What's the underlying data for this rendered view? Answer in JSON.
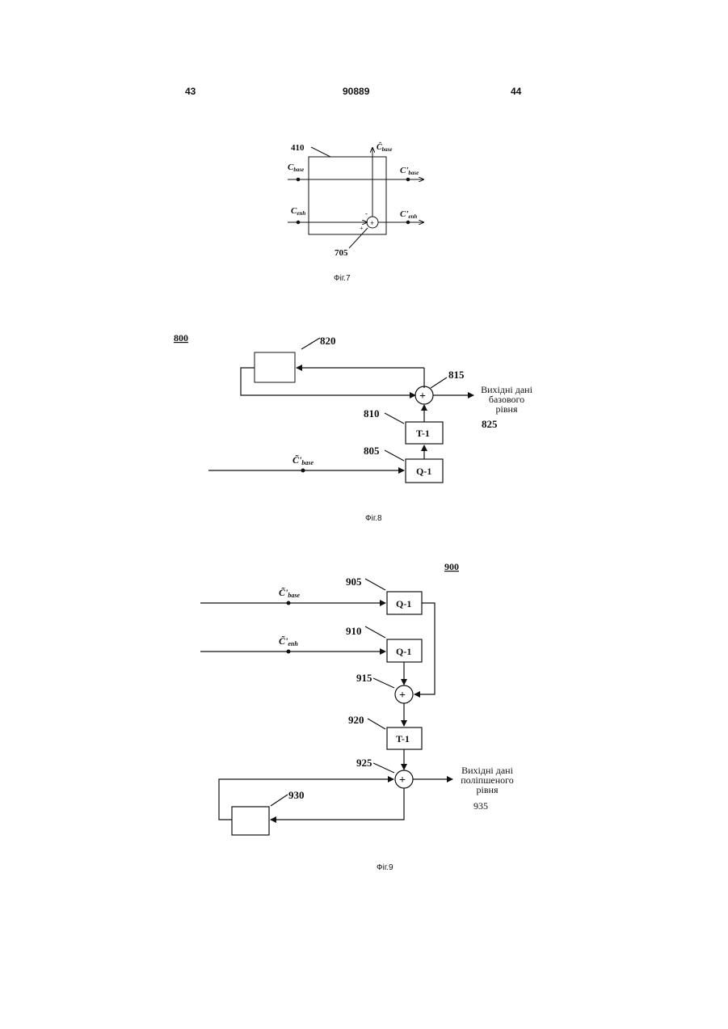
{
  "header": {
    "left_page": "43",
    "patent_number": "90889",
    "right_page": "44"
  },
  "fig7": {
    "caption": "Фіг.7",
    "block_ref": "410",
    "adder_ref": "705",
    "labels": {
      "c_base_in": {
        "main": "C",
        "sub": "base"
      },
      "c_base_out": {
        "main": "C'",
        "sub": "base"
      },
      "c_enh_in": {
        "main": "C",
        "sub": "enh"
      },
      "c_enh_out": {
        "main": "C'",
        "sub": "enh"
      },
      "c_hat_base": {
        "main": "Ĉ",
        "sub": "base"
      }
    },
    "adder_symbol": "+",
    "minus_sign": "-",
    "plus_sign": "+"
  },
  "fig8": {
    "caption": "Фіг.8",
    "fig_ref": "800",
    "refs": {
      "memory": "820",
      "adder": "815",
      "inv_transform": "810",
      "inv_quant": "805",
      "output": "825"
    },
    "blocks": {
      "inv_transform": "T-1",
      "inv_quant": "Q-1"
    },
    "input_label": {
      "main": "C̃'",
      "sub": "base"
    },
    "adder_symbol": "+",
    "output_lines": [
      "Вихідні дані",
      "базового",
      "рівня"
    ]
  },
  "fig9": {
    "caption": "Фіг.9",
    "fig_ref": "900",
    "refs": {
      "q_base": "905",
      "q_enh": "910",
      "adder1": "915",
      "inv_transform": "920",
      "adder2": "925",
      "memory": "930",
      "output": "935"
    },
    "blocks": {
      "q_base": "Q-1",
      "q_enh": "Q-1",
      "inv_transform": "T-1"
    },
    "input_base": {
      "main": "C̃'",
      "sub": "base"
    },
    "input_enh": {
      "main": "C̃'",
      "sub": "enh"
    },
    "adder_symbol": "+",
    "output_lines": [
      "Вихідні дані",
      "поліпшеного",
      "рівня"
    ]
  }
}
